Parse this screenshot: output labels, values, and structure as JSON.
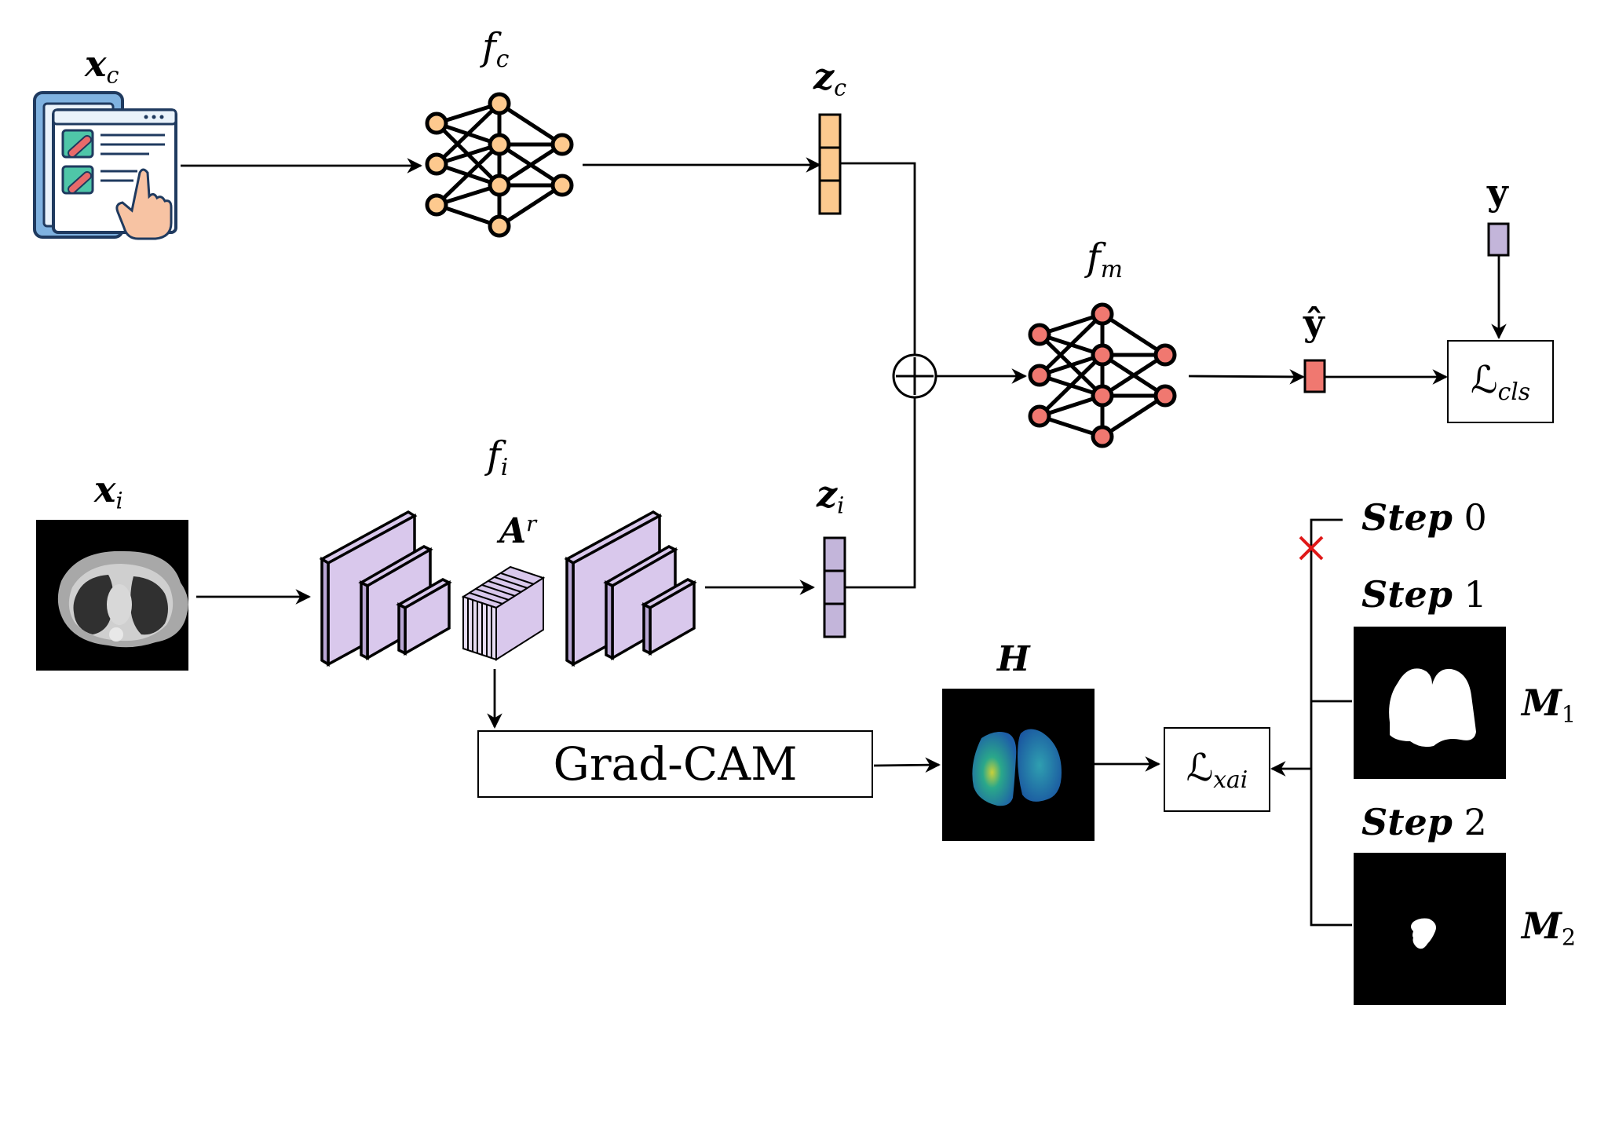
{
  "labels": {
    "xc": "x",
    "xc_sub": "c",
    "fc": "f",
    "fc_sub": "c",
    "zc": "z",
    "zc_sub": "c",
    "fm": "f",
    "fm_sub": "m",
    "y": "y",
    "yhat": "ŷ",
    "lcls": "ℒ",
    "lcls_sub": "cls",
    "xi": "x",
    "xi_sub": "i",
    "fi": "f",
    "fi_sub": "i",
    "ar": "A",
    "ar_sup": "r",
    "zi": "z",
    "zi_sub": "i",
    "h": "H",
    "gradcam": "Grad-CAM",
    "lxai": "ℒ",
    "lxai_sub": "xai",
    "m1": "M",
    "m1_sub": "1",
    "m2": "M",
    "m2_sub": "2"
  },
  "steps": [
    {
      "word": "Step",
      "num": "0"
    },
    {
      "word": "Step",
      "num": "1"
    },
    {
      "word": "Step",
      "num": "2"
    }
  ],
  "colors": {
    "orange_node": "#fdc98e",
    "red_node": "#f07870",
    "purple_block": "#d9c8ec",
    "purple_label": "#c3b5da",
    "cross": "#e01818"
  },
  "icons": {
    "clinical": "tablet-record-icon",
    "ct": "ct-scan-image",
    "heatmap": "gradcam-heatmap-image",
    "mask1": "lung-mask-image",
    "mask2": "lesion-mask-image"
  }
}
